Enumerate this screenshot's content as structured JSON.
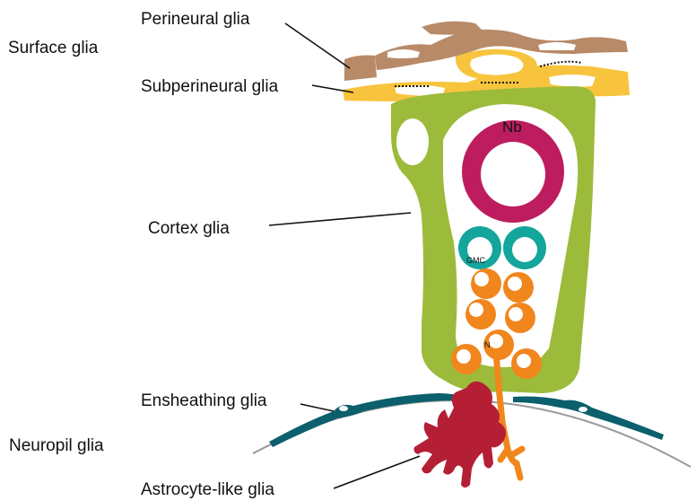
{
  "labels": {
    "surface_glia": "Surface glia",
    "perineural_glia": "Perineural glia",
    "subperineural_glia": "Subperineural glia",
    "cortex_glia": "Cortex glia",
    "ensheathing_glia": "Ensheathing glia",
    "neuropil_glia": "Neuropil glia",
    "astrocyte_like_glia": "Astrocyte-like glia",
    "nb": "Nb",
    "gmc": "GMC",
    "n": "N"
  },
  "colors": {
    "perineural": "#b88a68",
    "subperineural": "#f8c43e",
    "cortex": "#9cbb3a",
    "neuroblast": "#bd1d5f",
    "gmc": "#14a59c",
    "neuron": "#f1861d",
    "ensheathing": "#0c5f6c",
    "astrocyte": "#b51f35",
    "neuropil_line": "#9a9a9a"
  }
}
